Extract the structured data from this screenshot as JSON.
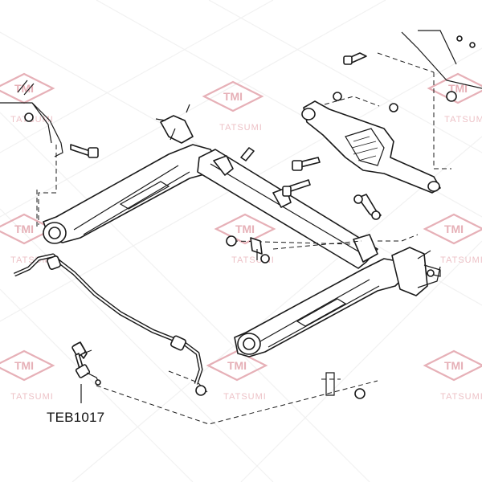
{
  "diagram": {
    "part_label": "TEB1017",
    "watermark": {
      "brand": "TMI",
      "name": "TATSUMI",
      "color": "#e2a3ab"
    },
    "colors": {
      "line": "#1a1a1a",
      "background": "#ffffff"
    }
  }
}
